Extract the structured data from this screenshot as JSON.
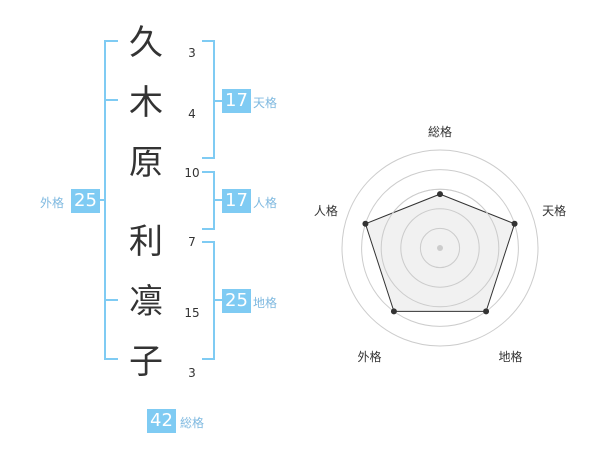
{
  "name": {
    "chars": [
      {
        "char": "久",
        "strokes": "3"
      },
      {
        "char": "木",
        "strokes": "4"
      },
      {
        "char": "原",
        "strokes": "10"
      },
      {
        "char": "利",
        "strokes": "7"
      },
      {
        "char": "凛",
        "strokes": "15"
      },
      {
        "char": "子",
        "strokes": "3"
      }
    ]
  },
  "kakusu": {
    "tenkaku": {
      "label": "天格",
      "value": "17"
    },
    "jinkaku": {
      "label": "人格",
      "value": "17"
    },
    "chikaku": {
      "label": "地格",
      "value": "25"
    },
    "gaikaku": {
      "label": "外格",
      "value": "25"
    },
    "soukaku": {
      "label": "総格",
      "value": "42"
    }
  },
  "radar": {
    "axes": [
      "総格",
      "天格",
      "地格",
      "外格",
      "人格"
    ],
    "values": [
      0.55,
      0.8,
      0.8,
      0.8,
      0.8
    ],
    "colors": {
      "fill": "#eeeeee",
      "line": "#333333",
      "grid": "#cccccc",
      "dot": "#333333",
      "center": "#cccccc"
    }
  },
  "colors": {
    "accent": "#7fcbf3",
    "label": "#7fb9e0",
    "bracket": "#7fcbf3"
  }
}
